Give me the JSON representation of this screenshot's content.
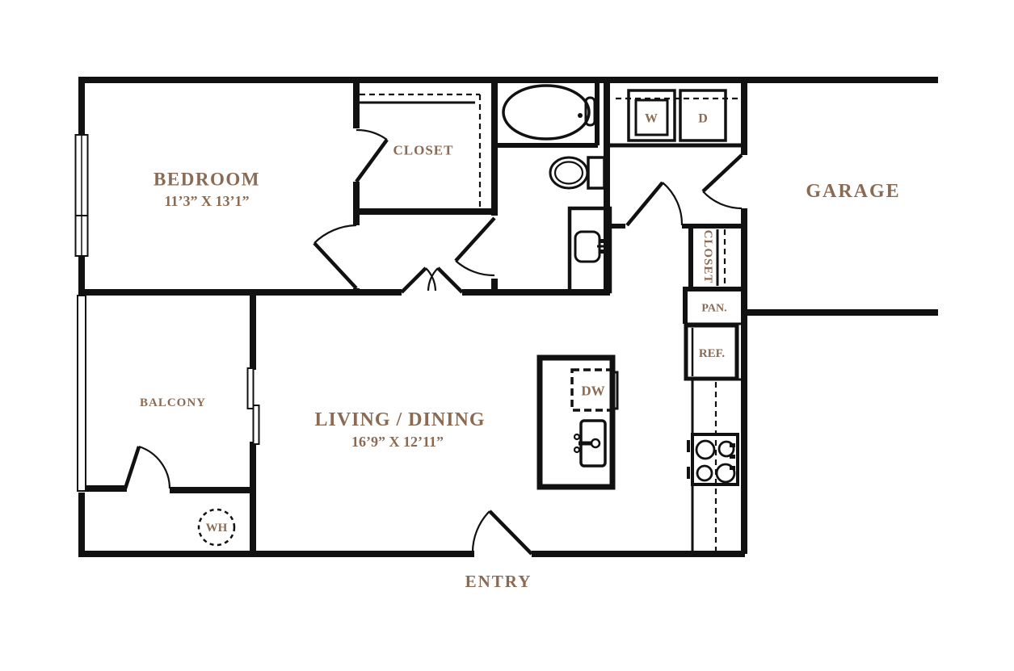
{
  "colors": {
    "label": "#8a6a52",
    "wall": "#111111",
    "background": "#ffffff"
  },
  "rooms": {
    "bedroom": {
      "label": "BEDROOM",
      "dimensions": "11’3” X 13’1”"
    },
    "bedroom_closet": {
      "label": "CLOSET"
    },
    "living_dining": {
      "label": "LIVING / DINING",
      "dimensions": "16’9” X 12’11”"
    },
    "balcony": {
      "label": "BALCONY"
    },
    "garage": {
      "label": "GARAGE"
    },
    "entry": {
      "label": "ENTRY"
    },
    "hall_closet": {
      "label": "CLOSET"
    },
    "pantry": {
      "label": "PAN."
    }
  },
  "appliances": {
    "washer": {
      "label": "W"
    },
    "dryer": {
      "label": "D"
    },
    "refrigerator": {
      "label": "REF."
    },
    "dishwasher": {
      "label": "DW"
    },
    "water_heater": {
      "label": "WH"
    }
  }
}
